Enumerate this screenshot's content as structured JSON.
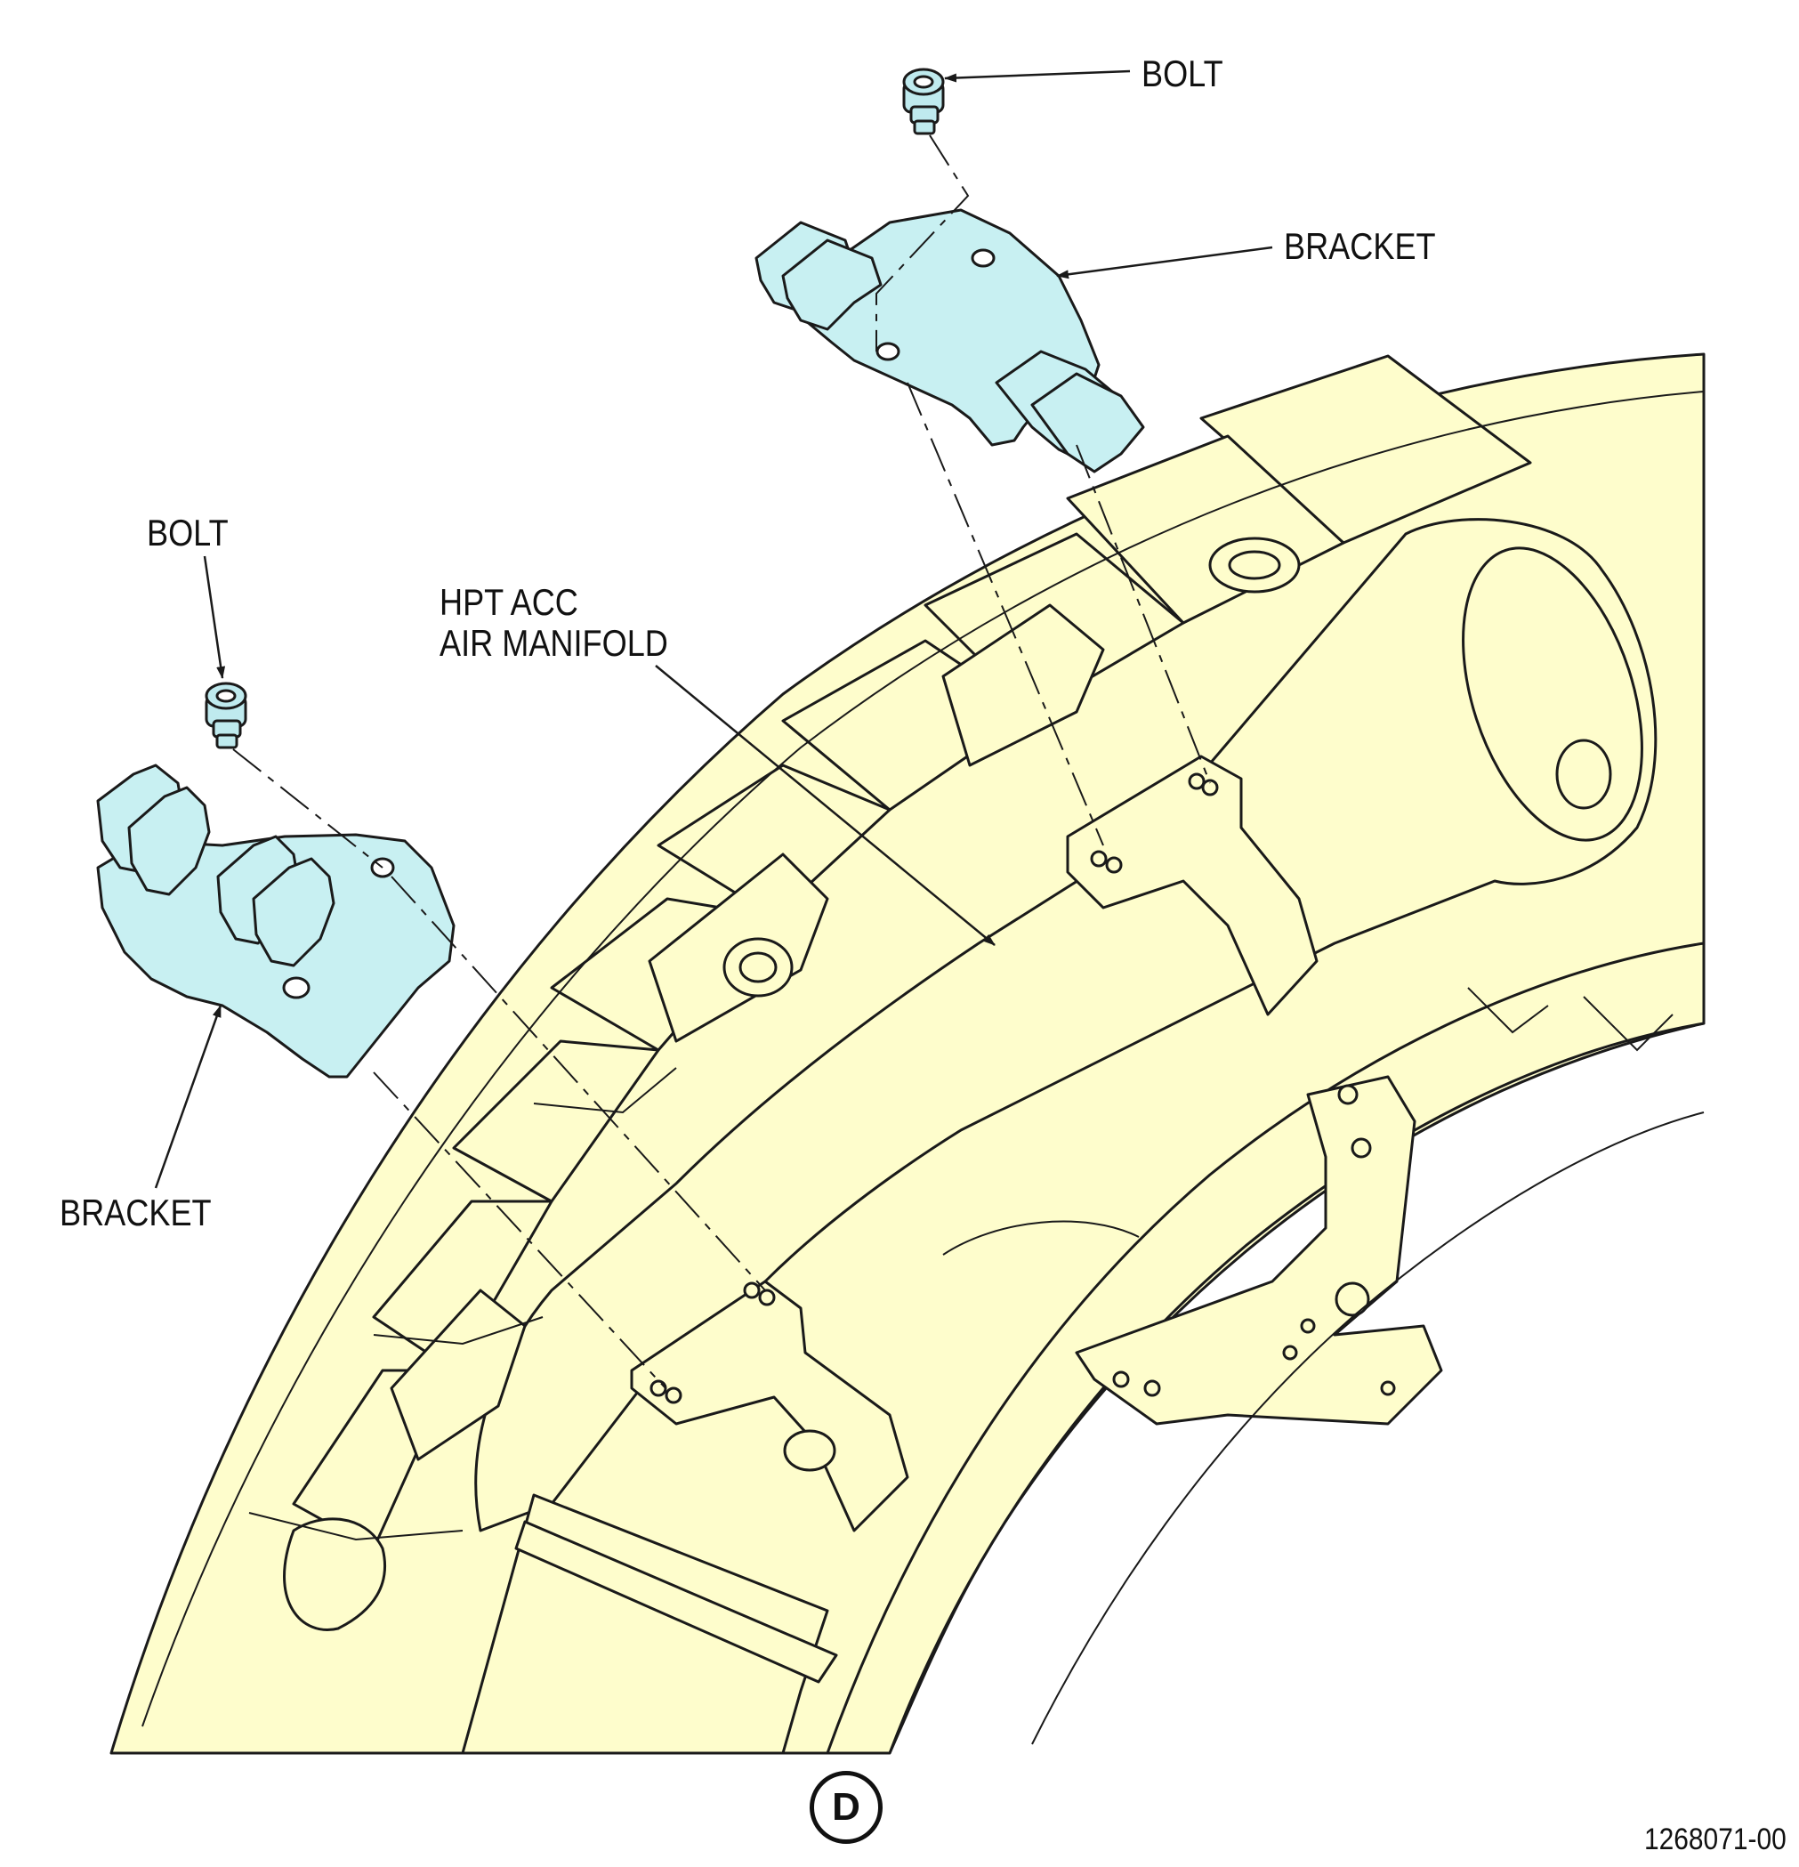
{
  "callouts": {
    "bolt_top": "BOLT",
    "bracket_top": "BRACKET",
    "bolt_left": "BOLT",
    "bracket_left": "BRACKET",
    "manifold_line1": "HPT ACC",
    "manifold_line2": "AIR MANIFOLD"
  },
  "view_letter": "D",
  "figure_number": "1268071-00",
  "colors": {
    "engine_fill": "#fefdcc",
    "bracket_fill": "#c8f0f2",
    "bolt_fill": "#bfeaee",
    "line": "#1a1a1a"
  }
}
